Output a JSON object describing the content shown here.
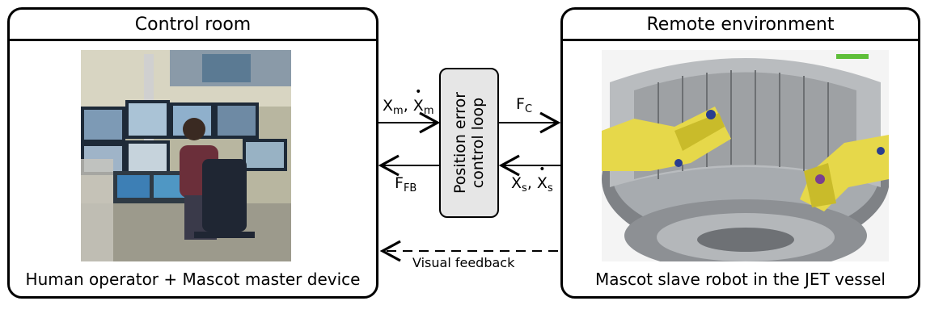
{
  "left_panel": {
    "title": "Control room",
    "caption": "Human operator + Mascot master device"
  },
  "right_panel": {
    "title": "Remote environment",
    "caption": "Mascot slave robot in the JET vessel"
  },
  "control_box": {
    "line1": "Position error",
    "line2": "control loop"
  },
  "signals": {
    "xm": "X",
    "xm_sub": "m",
    "xm_dot": "X",
    "xm_dot_sub": "m",
    "fc": "F",
    "fc_sub": "C",
    "ffb": "F",
    "ffb_sub": "FB",
    "xs": "X",
    "xs_sub": "s",
    "xs_dot": "X",
    "xs_dot_sub": "s",
    "visual_feedback": "Visual feedback"
  }
}
